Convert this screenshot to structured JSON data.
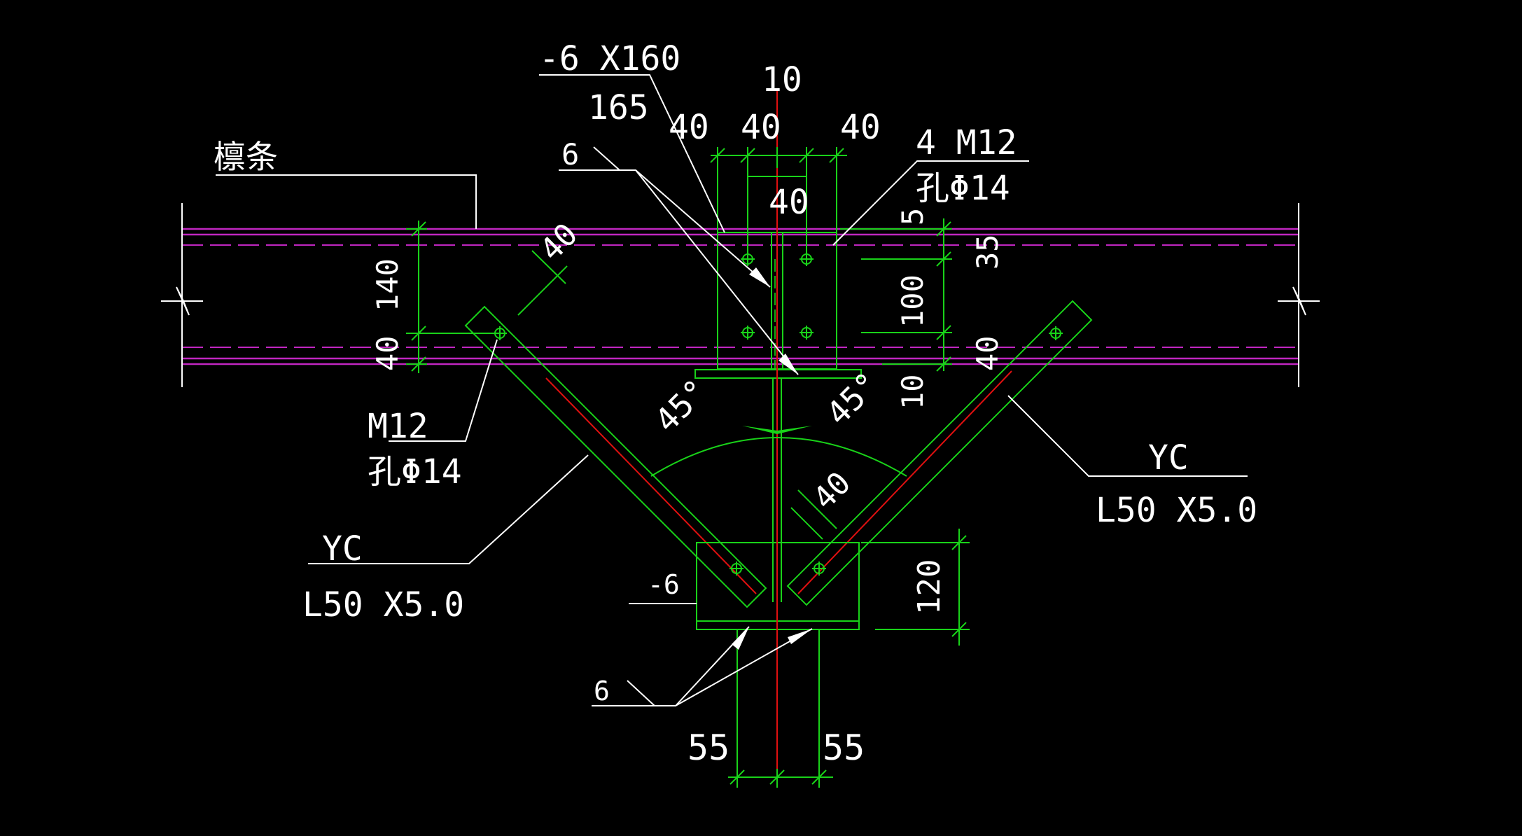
{
  "labels": {
    "purlin": "檩条",
    "plate": "-6 X160",
    "plate_len": "165",
    "weld_top": "6",
    "weld_bottom": "6",
    "top_bolts_count": "4 M12",
    "top_bolts_hole": "孔Φ14",
    "left_bolt": "M12",
    "left_bolt_hole": "孔Φ14",
    "yc_left": "YC",
    "yc_left_section": "L50 X5.0",
    "yc_right": "YC",
    "yc_right_section": "L50 X5.0",
    "bottom_plate": "-6"
  },
  "dims": {
    "d10_top": "10",
    "d40_a": "40",
    "d40_b": "40",
    "d40_c": "40",
    "d40_mid": "40",
    "d5": "5",
    "d35": "35",
    "d100": "100",
    "d40_right": "40",
    "d10_right": "10",
    "d140": "140",
    "d40_left": "40",
    "d40_diag_left": "40",
    "d40_diag_center": "40",
    "d120": "120",
    "d55_left": "55",
    "d55_right": "55",
    "angle_left": "45°",
    "angle_right": "45°"
  },
  "colors": {
    "background": "#000000",
    "text": "#ffffff",
    "steel": "#19d219",
    "purlin": "#c026c0",
    "centerline": "#e01010"
  }
}
